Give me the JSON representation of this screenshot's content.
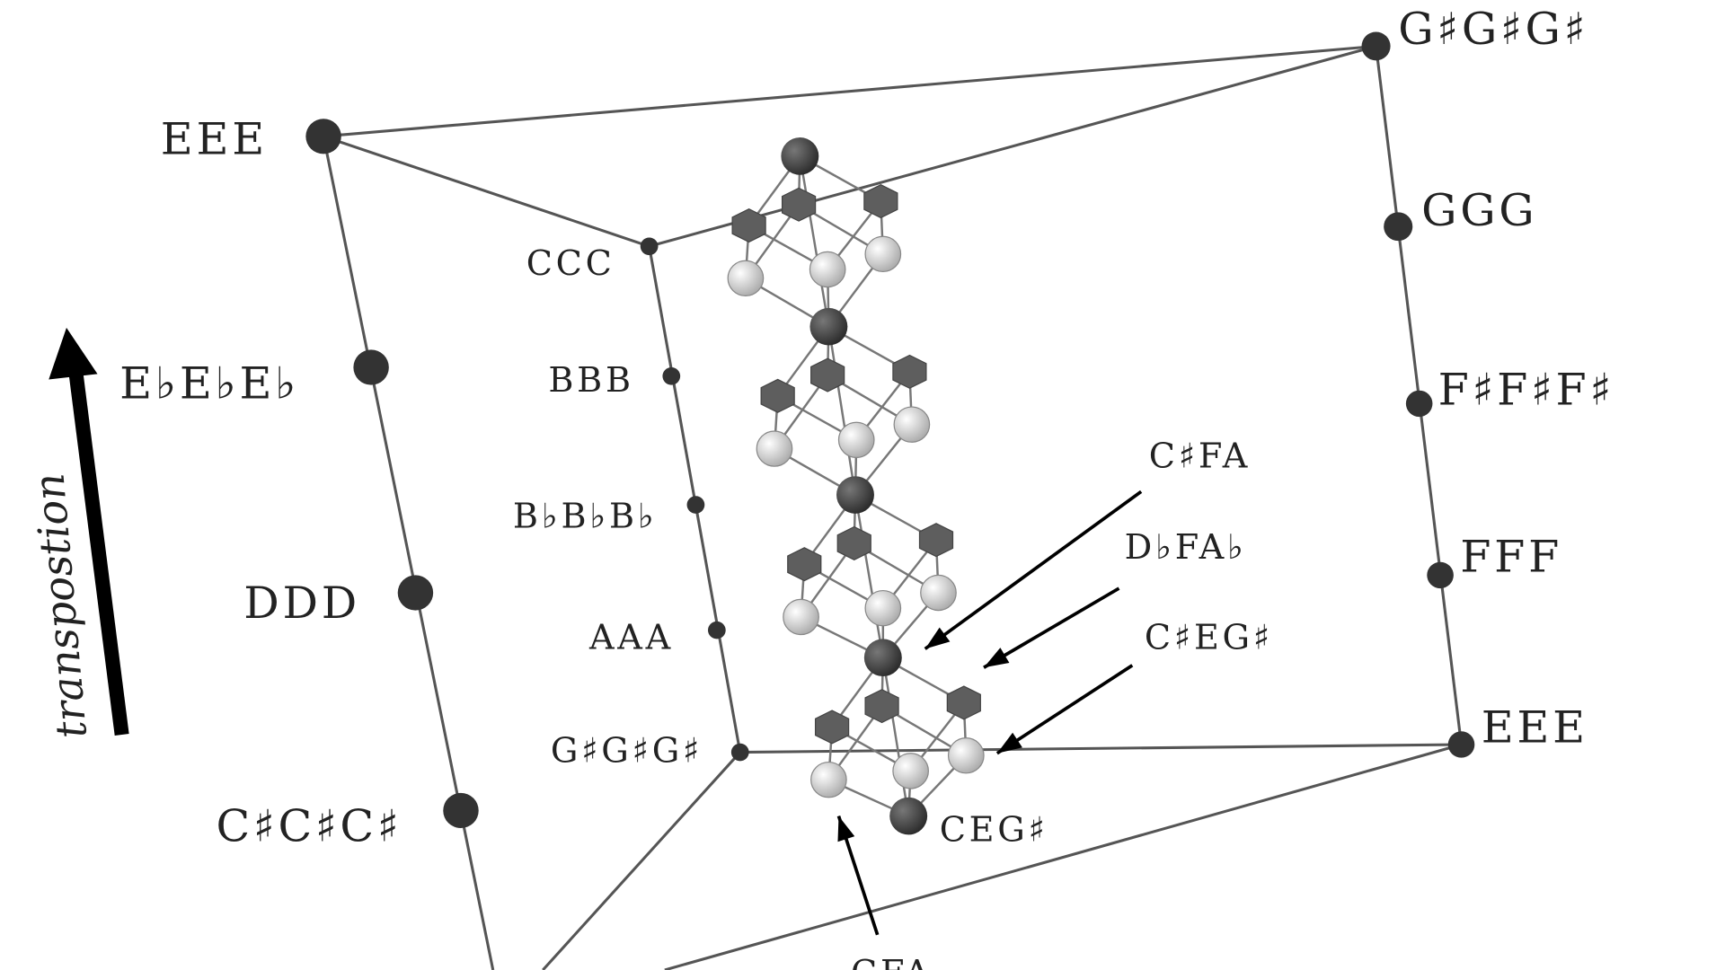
{
  "diagram": {
    "axis_label": "transpostion",
    "outer_left": [
      "EEE",
      "E♭E♭E♭",
      "DDD",
      "C♯C♯C♯"
    ],
    "outer_right": [
      "G♯G♯G♯",
      "GGG",
      "F♯F♯F♯",
      "FFF",
      "EEE"
    ],
    "inner_left": [
      "CCC",
      "BBB",
      "B♭B♭B♭",
      "AAA",
      "G♯G♯G♯"
    ],
    "annotations": [
      "C♯FA",
      "D♭FA♭",
      "C♯EG♯",
      "CEG♯",
      "CFA"
    ]
  },
  "colors": {
    "dark": "#3a3a3a",
    "cube": "#5e5e5e",
    "light": "#e0e0e0"
  }
}
